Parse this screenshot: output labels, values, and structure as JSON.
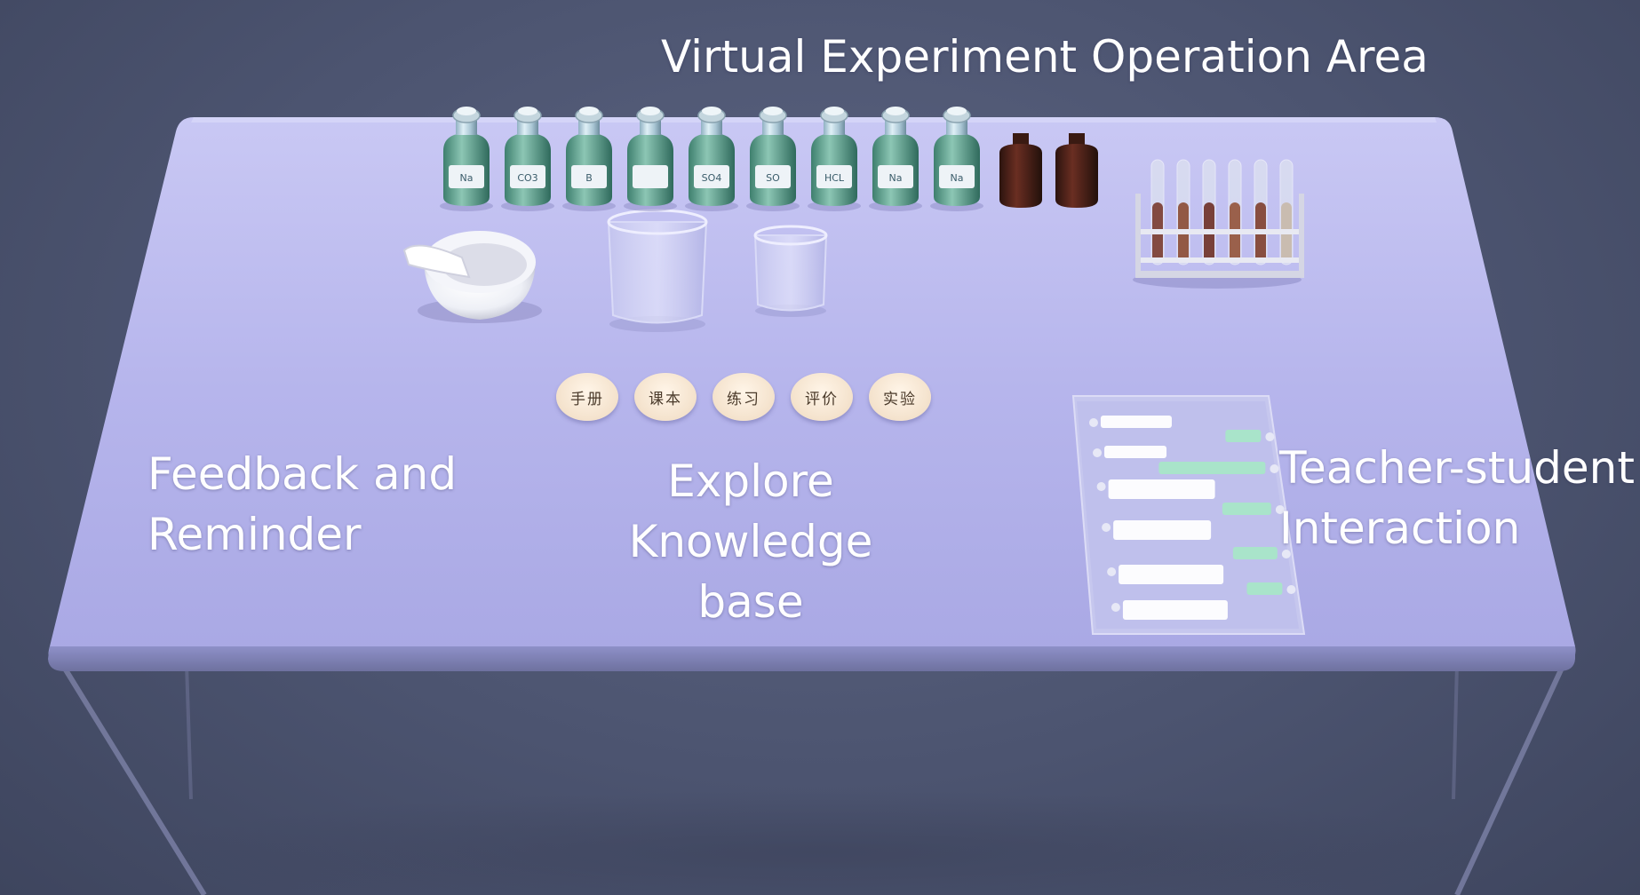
{
  "labels": {
    "operation_area": "Virtual Experiment Operation Area",
    "feedback": "Feedback and\nReminder",
    "knowledge": "Explore\nKnowledge base",
    "interaction": "Teacher-student\nInteraction"
  },
  "knowledge_buttons": [
    {
      "id": "manual",
      "label": "手册"
    },
    {
      "id": "textbook",
      "label": "课本"
    },
    {
      "id": "practice",
      "label": "练习"
    },
    {
      "id": "evaluation",
      "label": "评价"
    },
    {
      "id": "experiment",
      "label": "实验"
    }
  ],
  "bottle_labels": [
    "Na",
    "CO3",
    "B",
    "",
    "SO4",
    "SO",
    "HCL",
    "Na",
    "Na"
  ],
  "colors": {
    "background": "#4c5470",
    "table_top": "#b9b8ee",
    "label_text": "#ffffff",
    "chat_bubble_teacher": "#ffffff",
    "chat_bubble_student": "#a8e6c8"
  }
}
